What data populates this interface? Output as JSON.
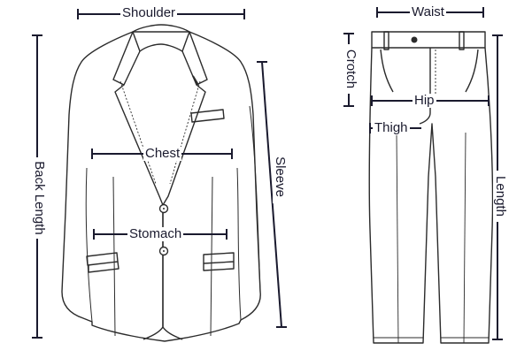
{
  "colors": {
    "line": "#1a1a2e",
    "garment_stroke": "#2b2b2b",
    "background": "#ffffff"
  },
  "jacket": {
    "labels": {
      "shoulder": "Shoulder",
      "chest": "Chest",
      "stomach": "Stomach",
      "back_length": "Back Length",
      "sleeve": "Sleeve"
    }
  },
  "trousers": {
    "labels": {
      "waist": "Waist",
      "crotch": "Crotch",
      "hip": "Hip",
      "thigh": "Thigh",
      "length": "Length"
    }
  }
}
